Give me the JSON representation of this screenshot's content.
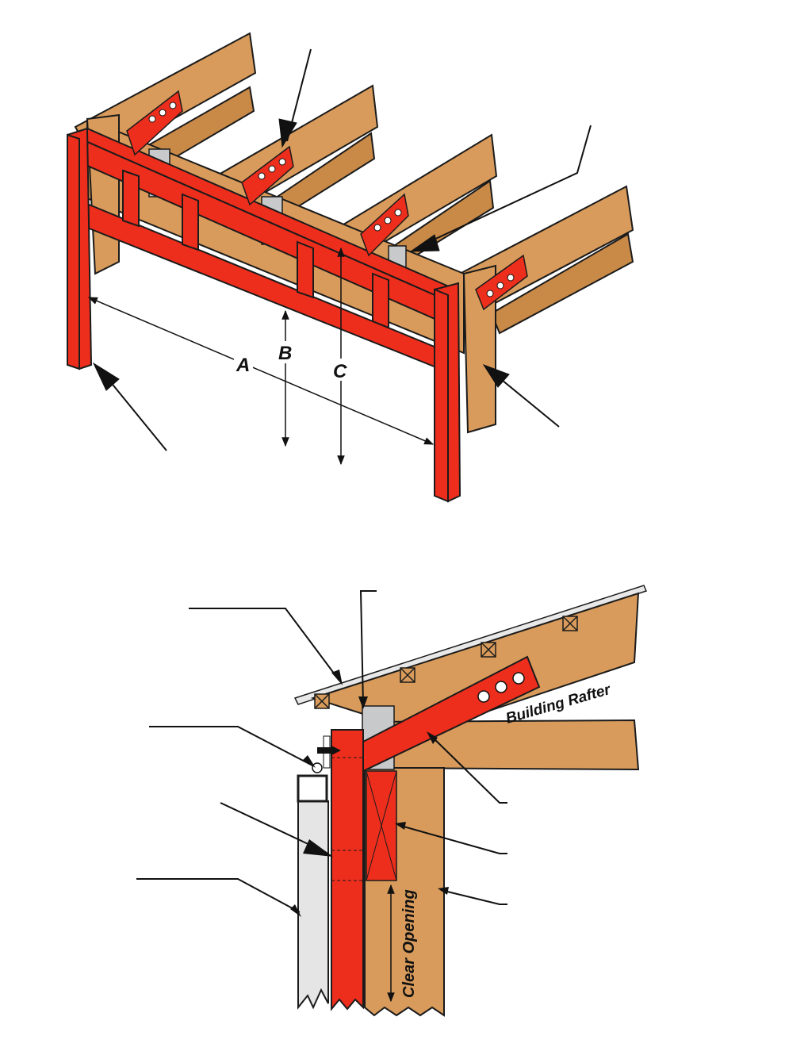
{
  "colors": {
    "frame_red": "#ee2e1c",
    "wood": "#d89b5b",
    "wood_dark": "#b97838",
    "bracket_gray": "#c7c9cb",
    "outline": "#1b1b1b",
    "gray_stud": "#e5e5e5"
  },
  "top_diagram": {
    "dimension_labels": {
      "a": "A",
      "b": "B",
      "c": "C"
    }
  },
  "bottom_diagram": {
    "labels": {
      "building_rafter": "Building Rafter",
      "clear_opening": "Clear Opening"
    }
  }
}
